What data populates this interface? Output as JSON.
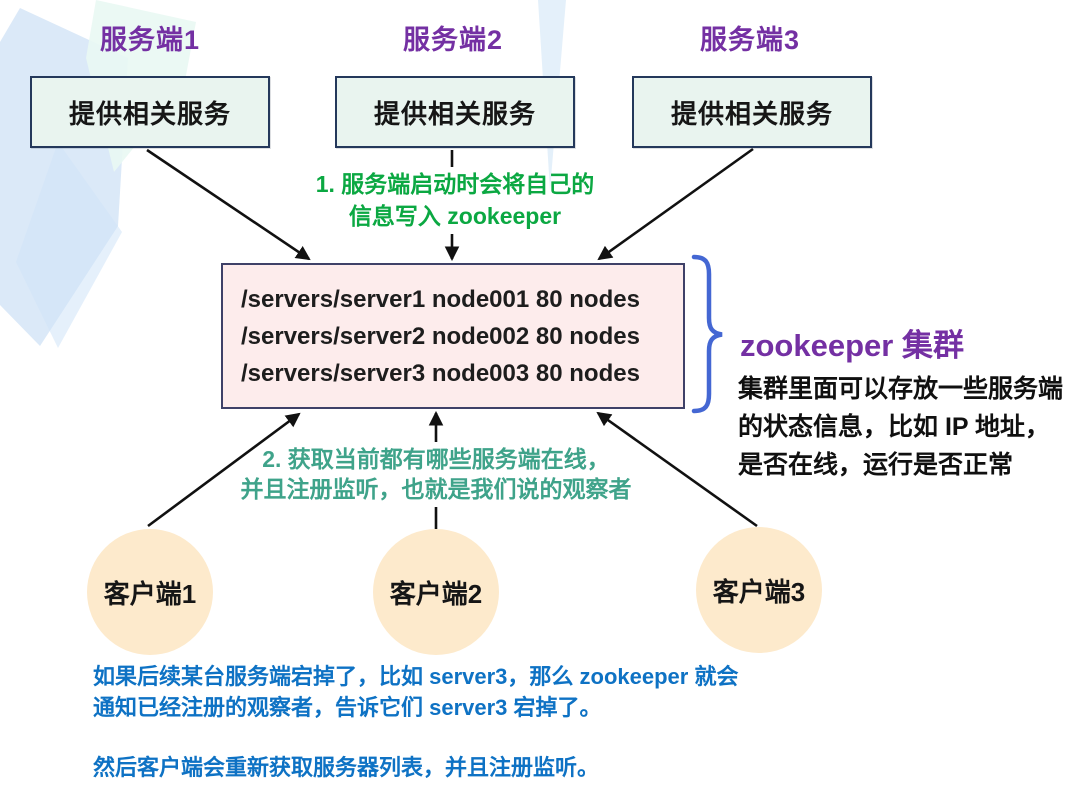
{
  "diagram": {
    "servers": [
      {
        "label": "服务端1",
        "box_text": "提供相关服务"
      },
      {
        "label": "服务端2",
        "box_text": "提供相关服务"
      },
      {
        "label": "服务端3",
        "box_text": "提供相关服务"
      }
    ],
    "step1_note": {
      "line1": "1. 服务端启动时会将自己的",
      "line2": "信息写入 zookeeper"
    },
    "zookeeper_box": {
      "lines": [
        "/servers/server1 node001 80 nodes",
        "/servers/server2 node002 80 nodes",
        "/servers/server3 node003 80 nodes"
      ]
    },
    "cluster_label": "zookeeper 集群",
    "cluster_description": {
      "line1": "集群里面可以存放一些服务端",
      "line2": "的状态信息，比如 IP 地址，",
      "line3": "是否在线，运行是否正常"
    },
    "step2_note": {
      "line1": "2. 获取当前都有哪些服务端在线，",
      "line2": "并且注册监听，也就是我们说的观察者"
    },
    "clients": [
      {
        "label": "客户端1"
      },
      {
        "label": "客户端2"
      },
      {
        "label": "客户端3"
      }
    ],
    "footer_note": {
      "p1_line1": "如果后续某台服务端宕掉了，比如 server3，那么 zookeeper 就会",
      "p1_line2": "通知已经注册的观察者，告诉它们 server3 宕掉了。",
      "p2": "然后客户端会重新获取服务器列表，并且注册监听。"
    },
    "colors": {
      "heading_purple": "#7430a3",
      "step1_green": "#0ba842",
      "step2_teal": "#3fa38a",
      "footer_blue": "#0e72c4",
      "server_box_fill": "#e9f4ef",
      "server_box_border": "#24385b",
      "zookeeper_box_fill": "#fdecec",
      "zookeeper_box_border": "#3f4168",
      "client_circle_fill": "#fdeacc",
      "brace_blue": "#4467d3",
      "arrow_black": "#111111"
    }
  }
}
